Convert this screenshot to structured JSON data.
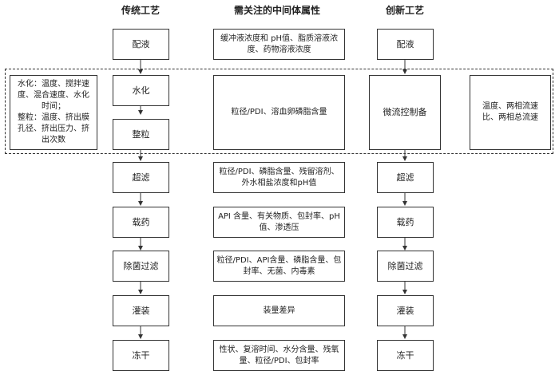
{
  "headers": {
    "traditional": "传统工艺",
    "attributes": "需关注的中间体属性",
    "innovative": "创新工艺"
  },
  "traditional_steps": [
    "配液",
    "水化",
    "整粒",
    "超滤",
    "载药",
    "除菌过滤",
    "灌装",
    "冻干"
  ],
  "attributes": [
    "缓冲液浓度和 pH值、脂质溶液浓度、药物溶液浓度",
    "粒径/PDI、溶血卵磷脂含量",
    "粒径/PDI、磷脂含量、残留溶剂、外水相盐浓度和pH值",
    "API 含量、有关物质、包封率、pH值、渗透压",
    "粒径/PDI、API含量、磷脂含量、包封率、无菌、内毒素",
    "装量差异",
    "性状、复溶时间、水分含量、残氧量、粒径/PDI、包封率"
  ],
  "innovative_steps": [
    "配液",
    "微流控制备",
    "超滤",
    "载药",
    "除菌过滤",
    "灌装",
    "冻干"
  ],
  "left_params": "水化：温度、搅拌速度、混合速度、水化时间；\n整粒：温度、挤出膜孔径、挤出压力、挤出次数",
  "right_params": "温度、两相流速比、两相总流速"
}
